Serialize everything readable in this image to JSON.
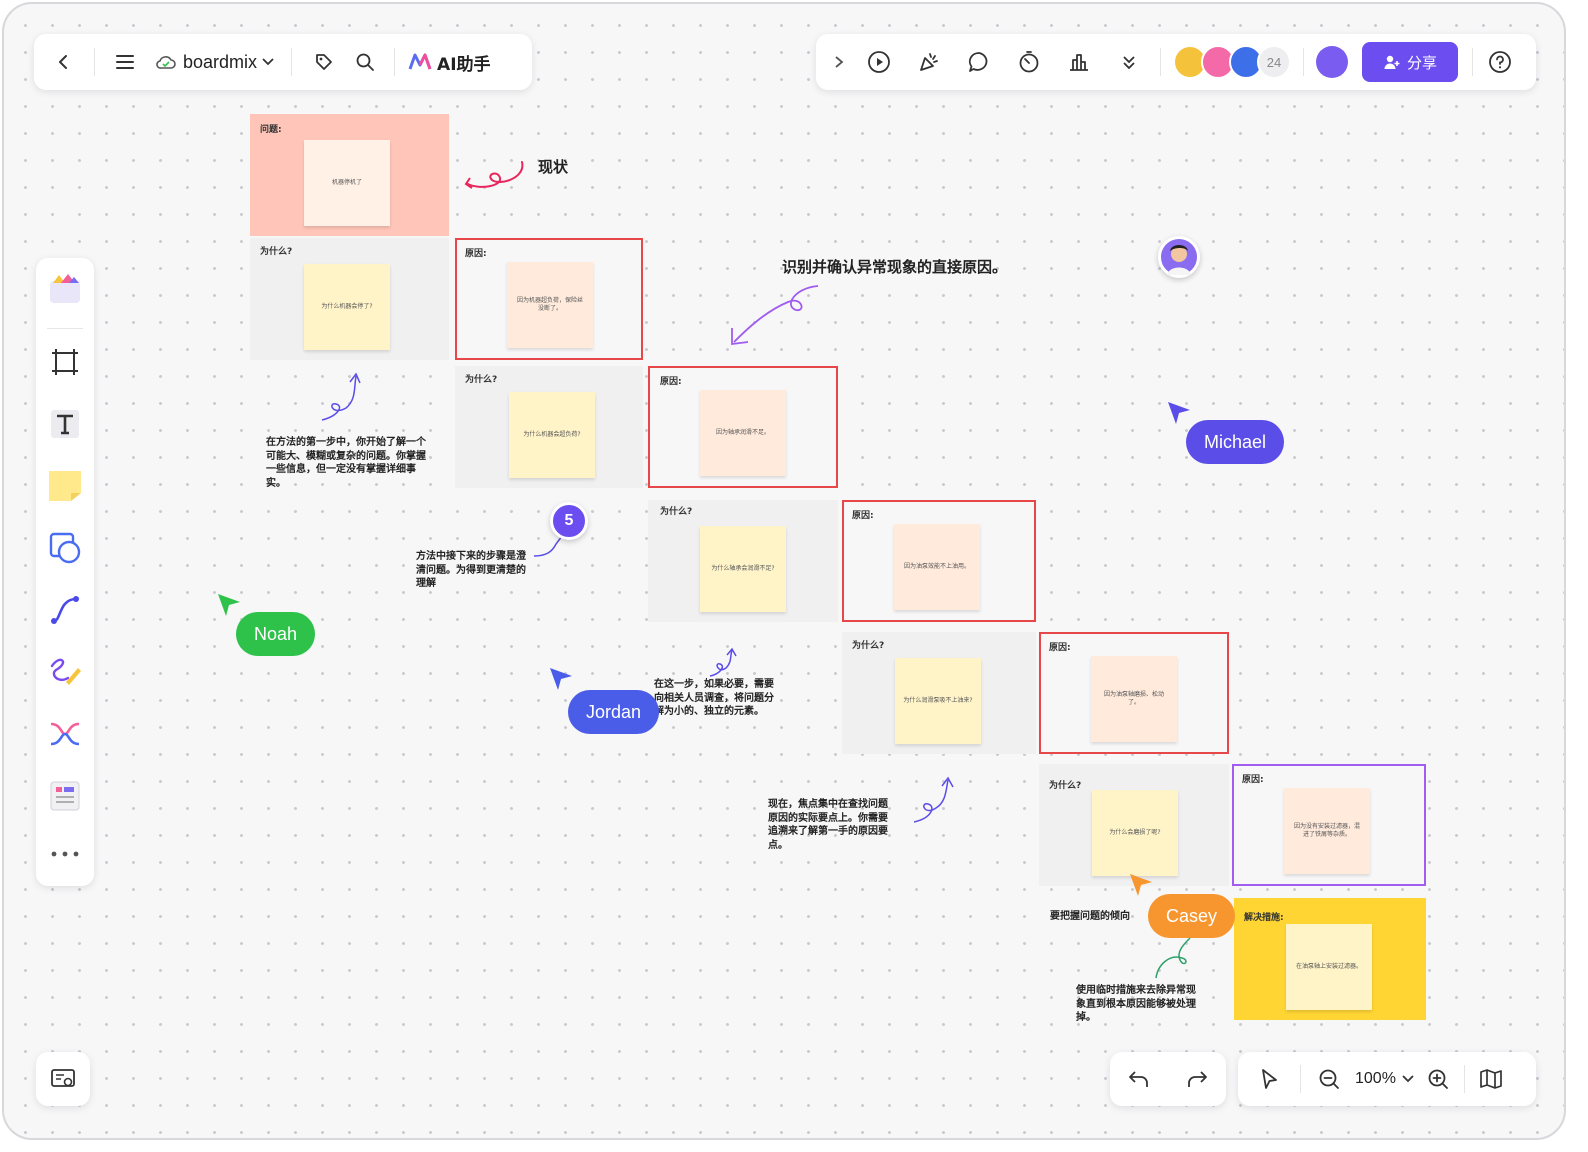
{
  "top_left_toolbar": {
    "doc_name": "boardmix",
    "ai_label": "AI助手"
  },
  "top_right_toolbar": {
    "collaborator_count": "24",
    "share_label": "分享"
  },
  "board": {
    "problem_label": "问题:",
    "problem_sticky": "机器停机了",
    "status_label": "现状",
    "goal_note": "识别并确认异常现象的直接原因。",
    "why_label": "为什么?",
    "cause_label": "原因:",
    "solution_label": "解决措施:",
    "whys": [
      {
        "question": "为什么机器会停了?",
        "cause": "因为机器超负荷，保险丝没断了。"
      },
      {
        "question": "为什么机器会超负荷?",
        "cause": "因为轴承润滑不足。"
      },
      {
        "question": "为什么轴承会润滑不足?",
        "cause": "因为油泵效能不上油用。"
      },
      {
        "question": "为什么润滑泵吸不上油来?",
        "cause": "因为油泵轴磨损、松动了。"
      },
      {
        "question": "为什么会磨损了呢?",
        "cause": "因为没有安装过滤器，混进了铁屑等杂质。"
      }
    ],
    "solution_sticky": "在油泵轴上安装过滤器。",
    "notes": {
      "step1": "在方法的第一步中，你开始了解一个可能大、模糊或复杂的问题。你掌握一些信息，但一定没有掌握详细事实。",
      "step2": "方法中接下来的步骤是澄清问题。为得到更清楚的理解",
      "step3": "在这一步，如果必要，需要向相关人员调查，将问题分解为小的、独立的元素。",
      "step4": "现在，焦点集中在查找问题原因的实际要点上。你需要追溯来了解第一手的原因要点。",
      "step5": "要把握问题的倾向",
      "step6": "使用临时措施来去除异常现象直到根本原因能够被处理掉。"
    },
    "badge_number": "5"
  },
  "cursors": [
    {
      "name": "Michael",
      "color": "#5b4de8"
    },
    {
      "name": "Noah",
      "color": "#2fc24a"
    },
    {
      "name": "Jordan",
      "color": "#4a5de8"
    },
    {
      "name": "Casey",
      "color": "#f7962f"
    }
  ],
  "bottom_toolbar": {
    "zoom": "100%"
  },
  "colors": {
    "accent": "#6b4df0",
    "problem_bg": "#ffc5b8",
    "why_bg": "#f0f0f1",
    "cause_border": "#e8474a",
    "last_cause_border": "#a25cf0",
    "solution_bg": "#ffd533",
    "sticky_yellow": "#fff3c8",
    "sticky_peach": "#ffeadc"
  }
}
